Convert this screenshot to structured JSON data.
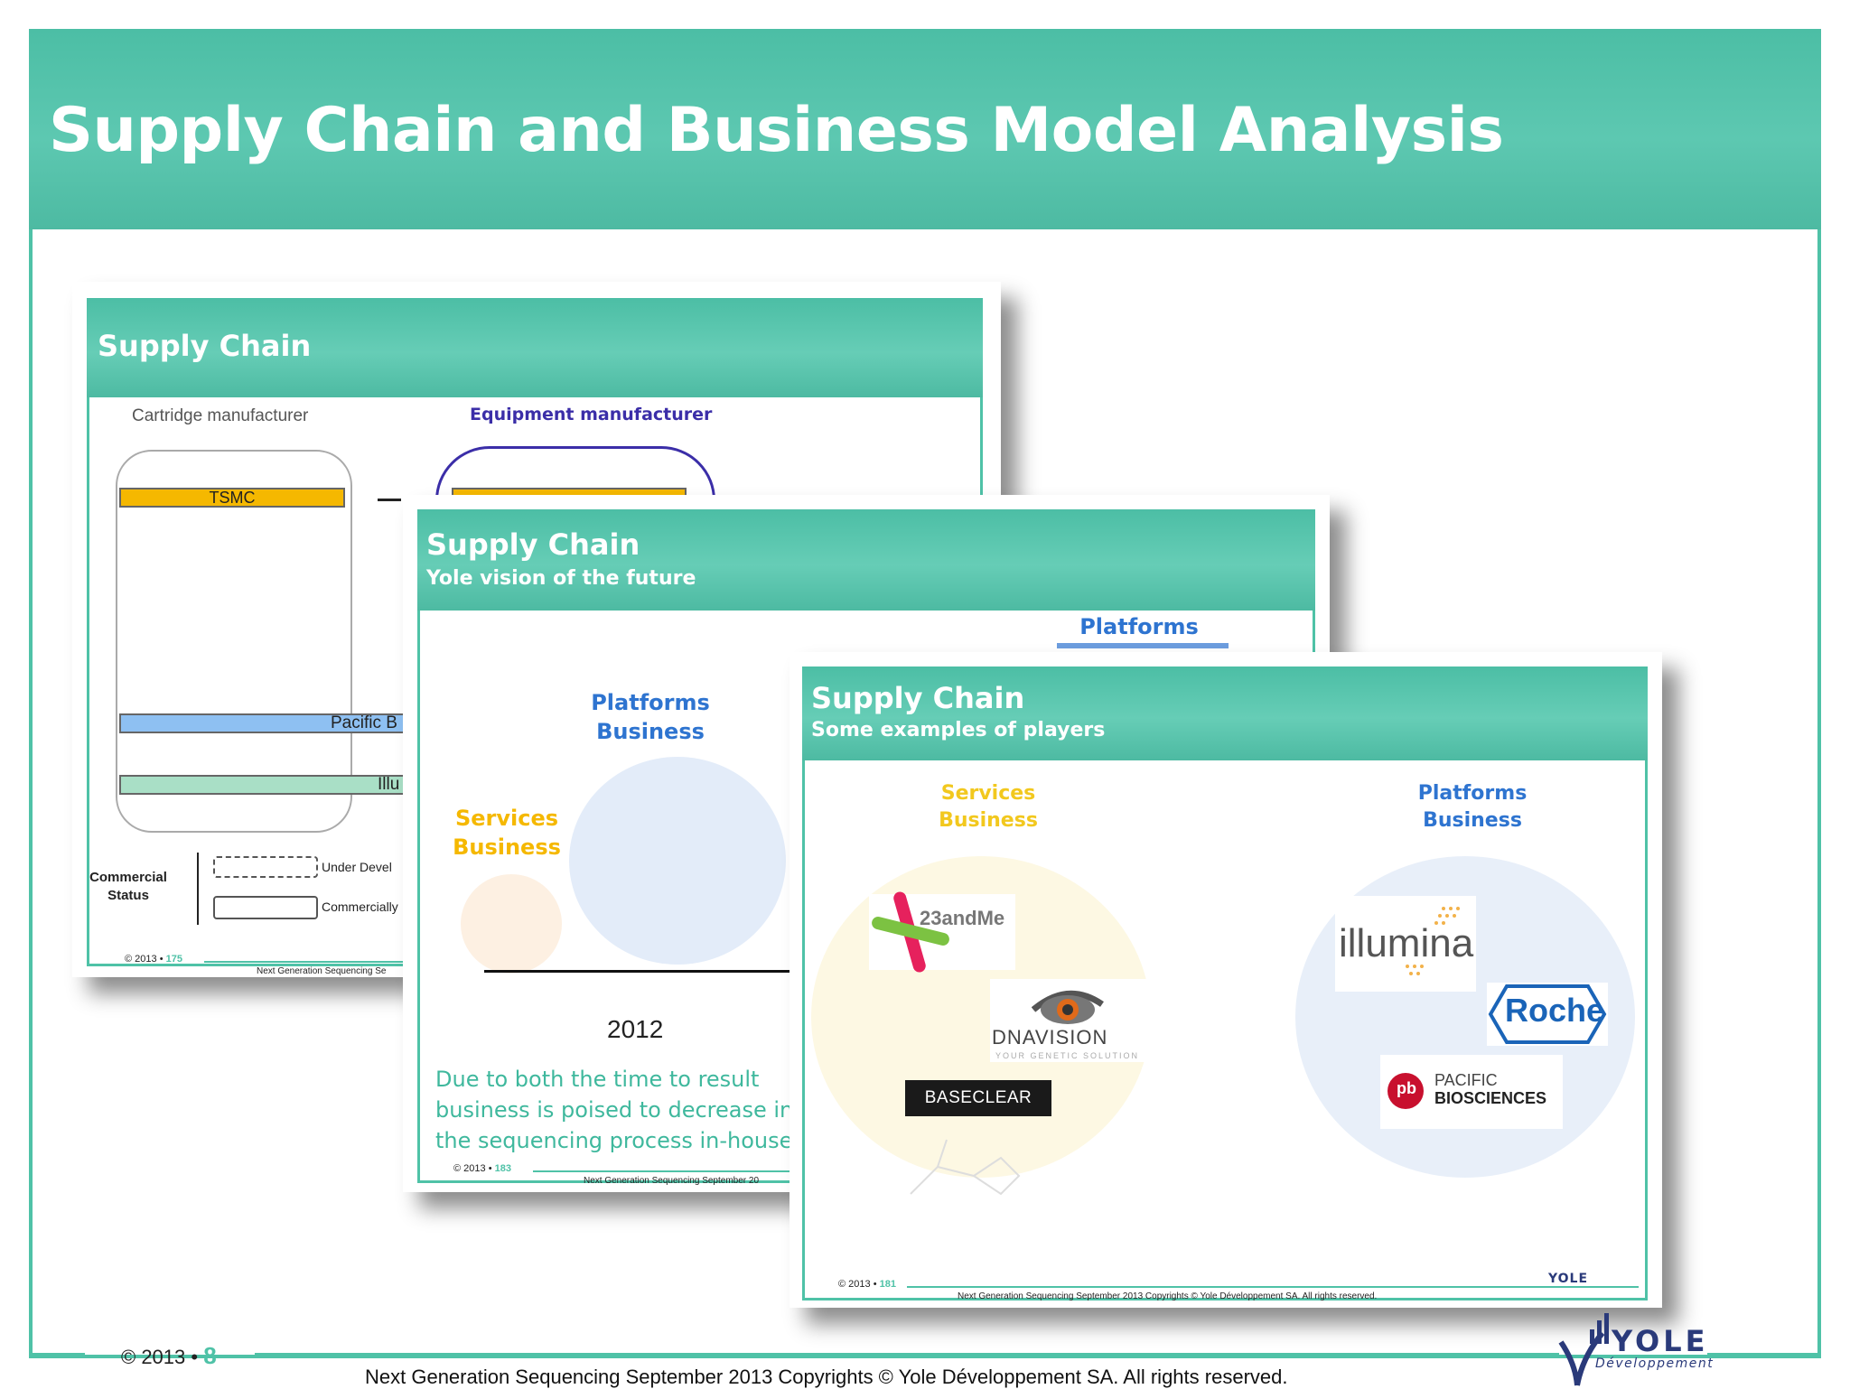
{
  "title": "Supply Chain and Business Model Analysis",
  "footer": {
    "copyright": "© 2013 •",
    "page": "8",
    "text": "Next Generation Sequencing September 2013 Copyrights © Yole Développement SA. All rights reserved.",
    "logo": "YOLE",
    "logo_sub": "Développement"
  },
  "slide1": {
    "title": "Supply Chain",
    "cartridge_label": "Cartridge manufacturer",
    "equipment_label": "Equipment manufacturer",
    "tsmc": "TSMC",
    "pacific": "Pacific B",
    "illumina": "Illu",
    "commercial_status": "Commercial\nStatus",
    "under_dev": "Under Devel",
    "commercially": "Commercially",
    "copyright": "© 2013 •",
    "page": "175",
    "footer_text": "Next Generation Sequencing Se"
  },
  "slide2": {
    "title": "Supply Chain",
    "subtitle": "Yole vision of the future",
    "platforms_top": "Platforms",
    "platforms": "Platforms\nBusiness",
    "services": "Services\nBusiness",
    "year": "2012",
    "body": "Due to both the time to result\nbusiness is poised to decrease in\nthe sequencing process in-house.",
    "copyright": "© 2013 •",
    "page": "183",
    "footer_text": "Next Generation Sequencing September 20"
  },
  "slide3": {
    "title": "Supply Chain",
    "subtitle": "Some examples of players",
    "services": "Services\nBusiness",
    "platforms": "Platforms\nBusiness",
    "logo_23andme": "23andMe",
    "logo_dnavision": "DNAVISION",
    "logo_dnavision_sub": "YOUR GENETIC SOLUTION",
    "logo_baseclear": "BASECLEAR",
    "logo_illumina": "illumina",
    "logo_roche": "Roche",
    "logo_pacbio_1": "PACIFIC",
    "logo_pacbio_2": "BIOSCIENCES",
    "copyright": "© 2013 •",
    "page": "181",
    "footer_text": "Next Generation Sequencing September 2013 Copyrights © Yole Développement SA. All rights reserved.",
    "logo": "YOLE"
  },
  "colors": {
    "teal": "#4fc2a7",
    "blue": "#2e74d0",
    "yellow": "#f2c81e",
    "orange": "#f5a800"
  }
}
